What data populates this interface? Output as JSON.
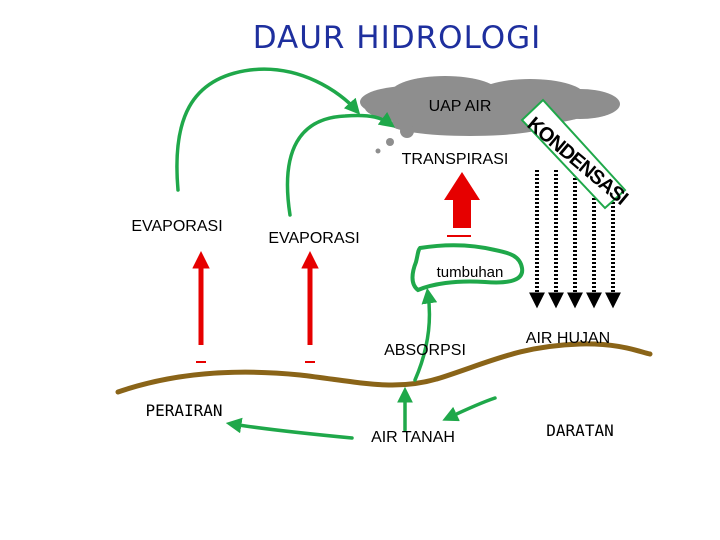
{
  "title": "DAUR HIDROLOGI",
  "labels": {
    "uap_air": "UAP AIR",
    "kondensasi": "KONDENSASI",
    "transpirasi": "TRANSPIRASI",
    "evaporasi_left": "EVAPORASI",
    "evaporasi_mid": "EVAPORASI",
    "tumbuhan": "tumbuhan",
    "absorpsi": "ABSORPSI",
    "air_hujan": "AIR HUJAN",
    "perairan": "PERAIRAN",
    "air_tanah": "AIR TANAH",
    "daratan": "DARATAN"
  },
  "colors": {
    "title": "#1e2f9e",
    "green_arrow": "#1fa84a",
    "red_arrow": "#e60000",
    "ground": "#8a6418",
    "cloud": "#8e8e8e",
    "rain_arrow": "#000000"
  }
}
